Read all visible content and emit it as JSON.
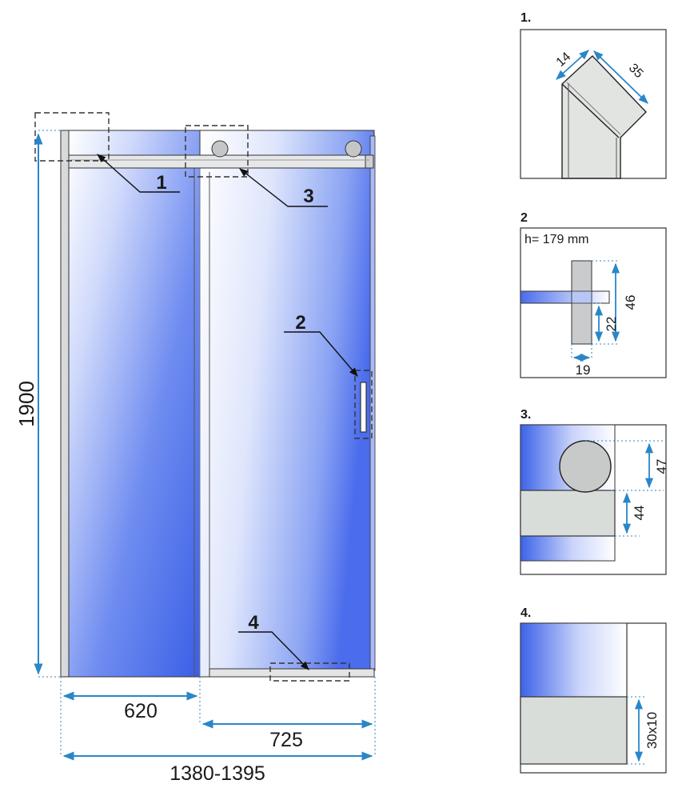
{
  "main": {
    "callouts": [
      "1",
      "3",
      "2",
      "4"
    ],
    "dims": {
      "height": "1900",
      "fixed_width": "620",
      "door_width": "725",
      "total_width": "1380-1395"
    }
  },
  "details": {
    "d1": {
      "title": "1.",
      "dim_a": "14",
      "dim_b": "35"
    },
    "d2": {
      "title": "2",
      "note": "h= 179 mm",
      "dim_a": "46",
      "dim_b": "22",
      "dim_c": "19"
    },
    "d3": {
      "title": "3.",
      "dim_a": "47",
      "dim_b": "44"
    },
    "d4": {
      "title": "4.",
      "dim_a": "30x10"
    }
  },
  "colors": {
    "dim_line": "#2a86c8",
    "glass_blue": "#3d63e8",
    "frame_gray": "#c9cbcd",
    "outline": "#222222"
  }
}
